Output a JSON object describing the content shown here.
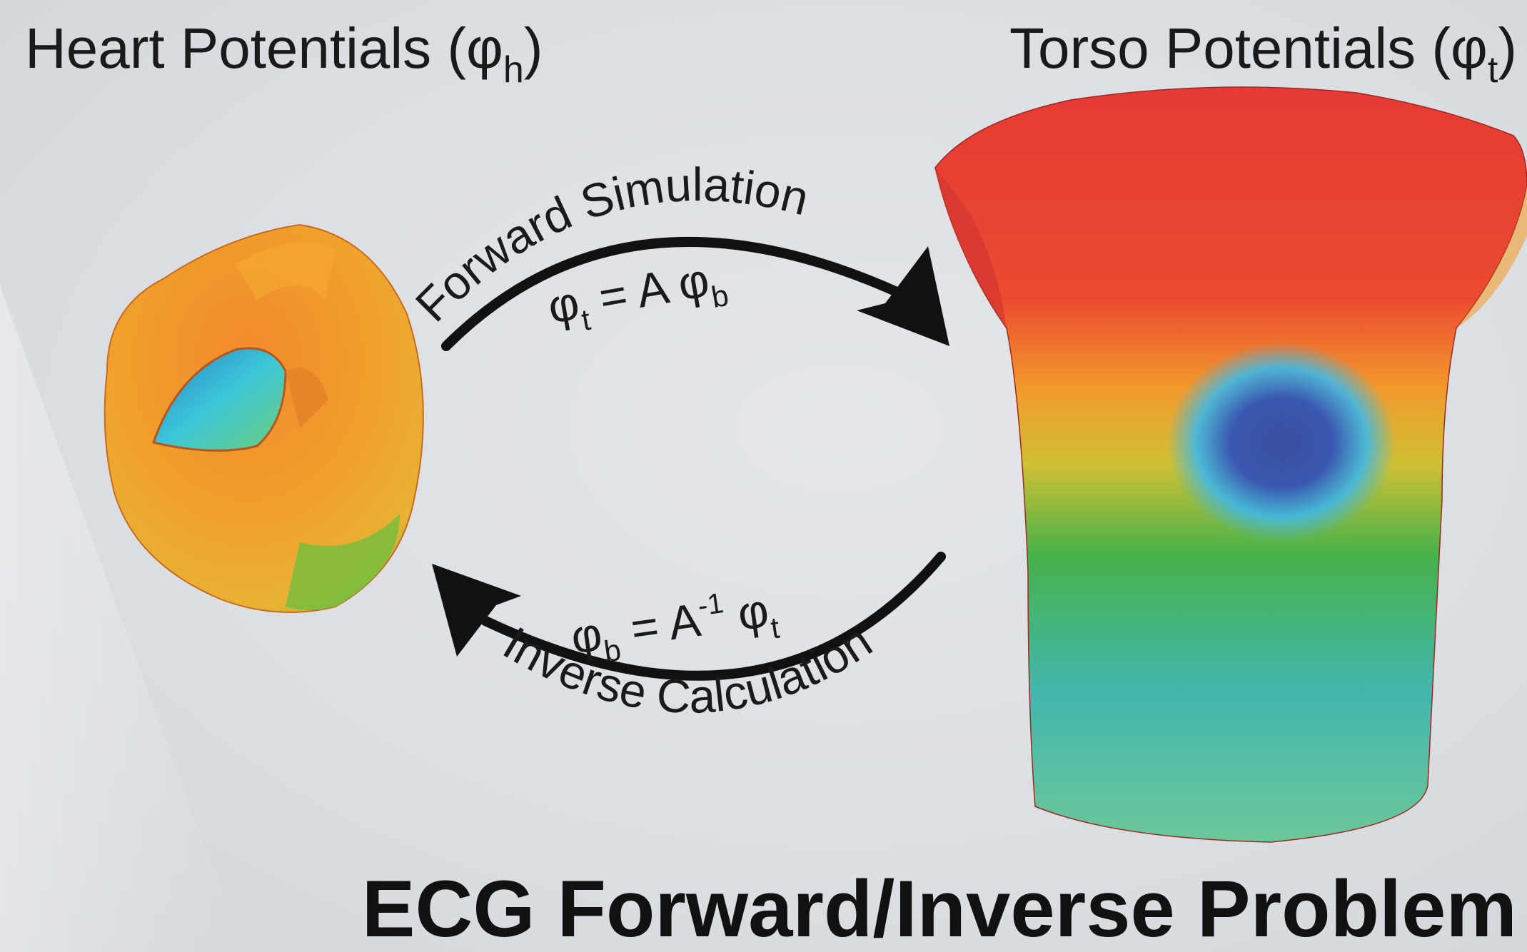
{
  "heart_label": {
    "text": "Heart Potentials (φ",
    "sub": "h",
    "close": ")"
  },
  "torso_label": {
    "text": "Torso Potentials (φ",
    "sub": "t",
    "close": ")"
  },
  "forward": {
    "label": "Forward Simulation",
    "eq_lhs": "φ",
    "eq_lhs_sub": "t",
    "eq_mid": " = A φ",
    "eq_rhs_sub": "b"
  },
  "inverse": {
    "label": "Inverse Calculation",
    "eq_lhs": "φ",
    "eq_lhs_sub": "b",
    "eq_mid": " = A",
    "eq_sup": "-1",
    "eq_rhs": " φ",
    "eq_rhs_sub": "t"
  },
  "title": "ECG Forward/Inverse Problem",
  "colors": {
    "text": "#1a1a1a",
    "arrow": "#111111",
    "red": "#e53a35",
    "orange": "#f08a2c",
    "yellow": "#f2b32e",
    "green": "#3fae4b",
    "cyan": "#3fc0e0",
    "blue": "#3a4fa0",
    "mint": "#6cc79a"
  }
}
